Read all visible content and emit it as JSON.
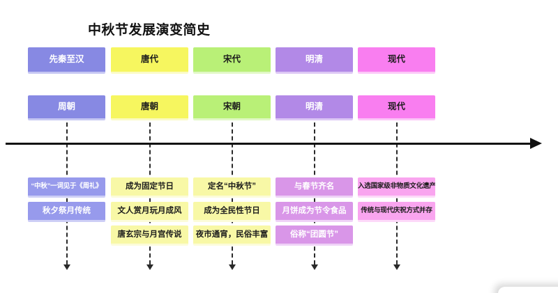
{
  "title": "中秋节发展演变简史",
  "timeline": {
    "axis_color": "#111111",
    "connector_color": "#2a2a2a",
    "direction": "left-to-right"
  },
  "columns": [
    {
      "era": "先秦至汉",
      "dynasty": "周朝",
      "colors": {
        "header_bg": "#8789e3",
        "header_edge": "#c6c7f3",
        "header_text": "#ffffff",
        "detail_bg": "#979aec",
        "detail_edge": "#cdcef6",
        "detail_text": "#ffffff"
      },
      "details": [
        "“中秋”一词见于《周礼》",
        "秋夕祭月传统"
      ]
    },
    {
      "era": "唐代",
      "dynasty": "唐朝",
      "colors": {
        "header_bg": "#f6f65f",
        "header_edge": "#fbfbc5",
        "header_text": "#1c1c1c",
        "detail_bg": "#f8f8a6",
        "detail_edge": "#fcfcd9",
        "detail_text": "#1c1c1c"
      },
      "details": [
        "成为固定节日",
        "文人赏月玩月成风",
        "唐玄宗与月宫传说"
      ]
    },
    {
      "era": "宋代",
      "dynasty": "宋朝",
      "colors": {
        "header_bg": "#b9f077",
        "header_edge": "#e1f8c6",
        "header_text": "#1c1c1c",
        "detail_bg": "#f8f8a6",
        "detail_edge": "#fcfcd9",
        "detail_text": "#1c1c1c"
      },
      "details": [
        "定名“中秋节”",
        "成为全民性节日",
        "夜市通宵，民俗丰富"
      ]
    },
    {
      "era": "明清",
      "dynasty": "明清",
      "colors": {
        "header_bg": "#b289e7",
        "header_edge": "#ddc8f5",
        "header_text": "#ffffff",
        "detail_bg": "#d996e8",
        "detail_edge": "#efd2f7",
        "detail_text": "#ffffff"
      },
      "details": [
        "与春节齐名",
        "月饼成为节令食品",
        "俗称“团圆节”"
      ]
    },
    {
      "era": "现代",
      "dynasty": "现代",
      "colors": {
        "header_bg": "#f97ef0",
        "header_edge": "#fcc8f8",
        "header_text": "#1c1c1c",
        "detail_bg": "#f9a5ef",
        "detail_edge": "#fdd9f9",
        "detail_text": "#1c1c1c"
      },
      "details": [
        "入选国家级非物质文化遗产",
        "传统与现代庆祝方式并存"
      ]
    }
  ]
}
